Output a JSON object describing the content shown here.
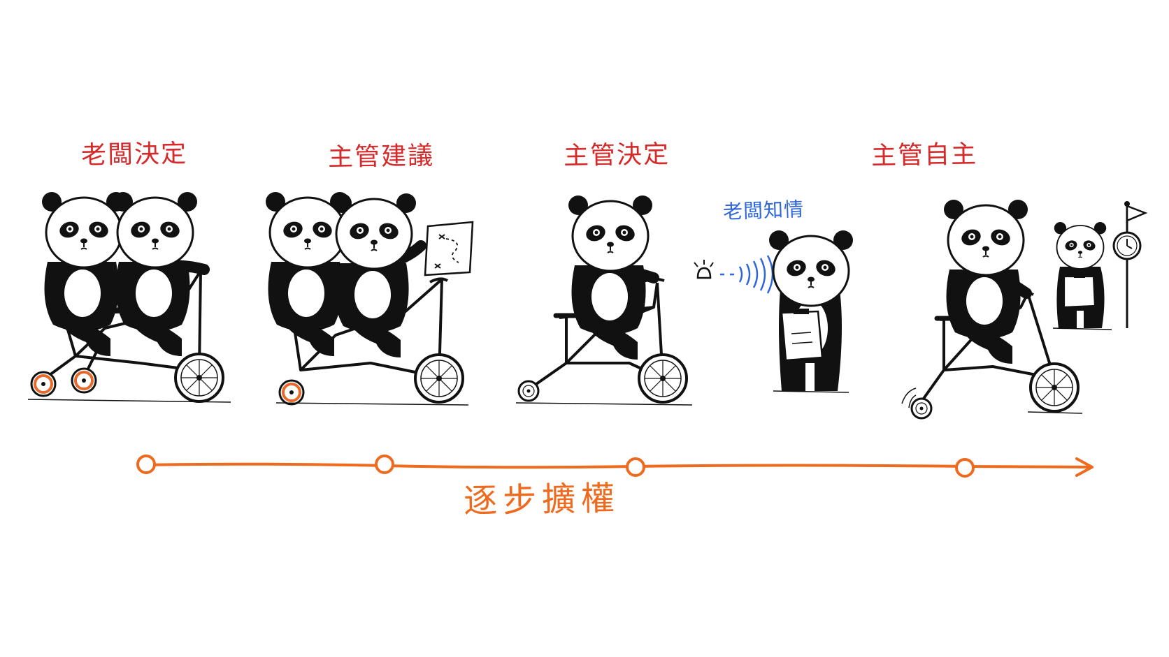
{
  "colors": {
    "ink": "#111111",
    "stage_label": "#d62a2a",
    "note_label": "#2f66d8",
    "timeline": "#ee6a1f",
    "wheel_accent": "#e8692a",
    "signal": "#2f66d8"
  },
  "stages": [
    {
      "label": "老闆決定"
    },
    {
      "label": "主管建議"
    },
    {
      "label": "主管決定",
      "note": "老闆知情"
    },
    {
      "label": "主管自主"
    }
  ],
  "timeline": {
    "label": "逐步擴權"
  },
  "icons": [
    "panda-icon",
    "tandem-bicycle-icon",
    "bicycle-icon",
    "training-wheel-icon",
    "map-icon",
    "clipboard-icon",
    "bell-icon",
    "signal-waves-icon",
    "clock-icon",
    "flag-icon",
    "arrow-head-icon"
  ]
}
